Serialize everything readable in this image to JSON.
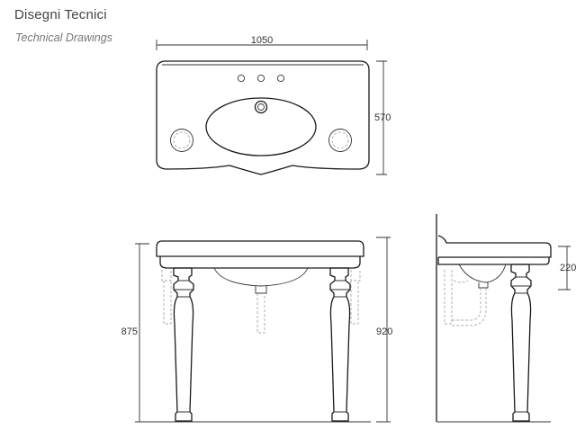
{
  "header": {
    "title": "Disegni Tecnici",
    "subtitle": "Technical Drawings"
  },
  "dimensions": {
    "top_width": "1050",
    "top_depth": "570",
    "front_left_height": "875",
    "front_right_height": "920",
    "side_height": "220"
  }
}
